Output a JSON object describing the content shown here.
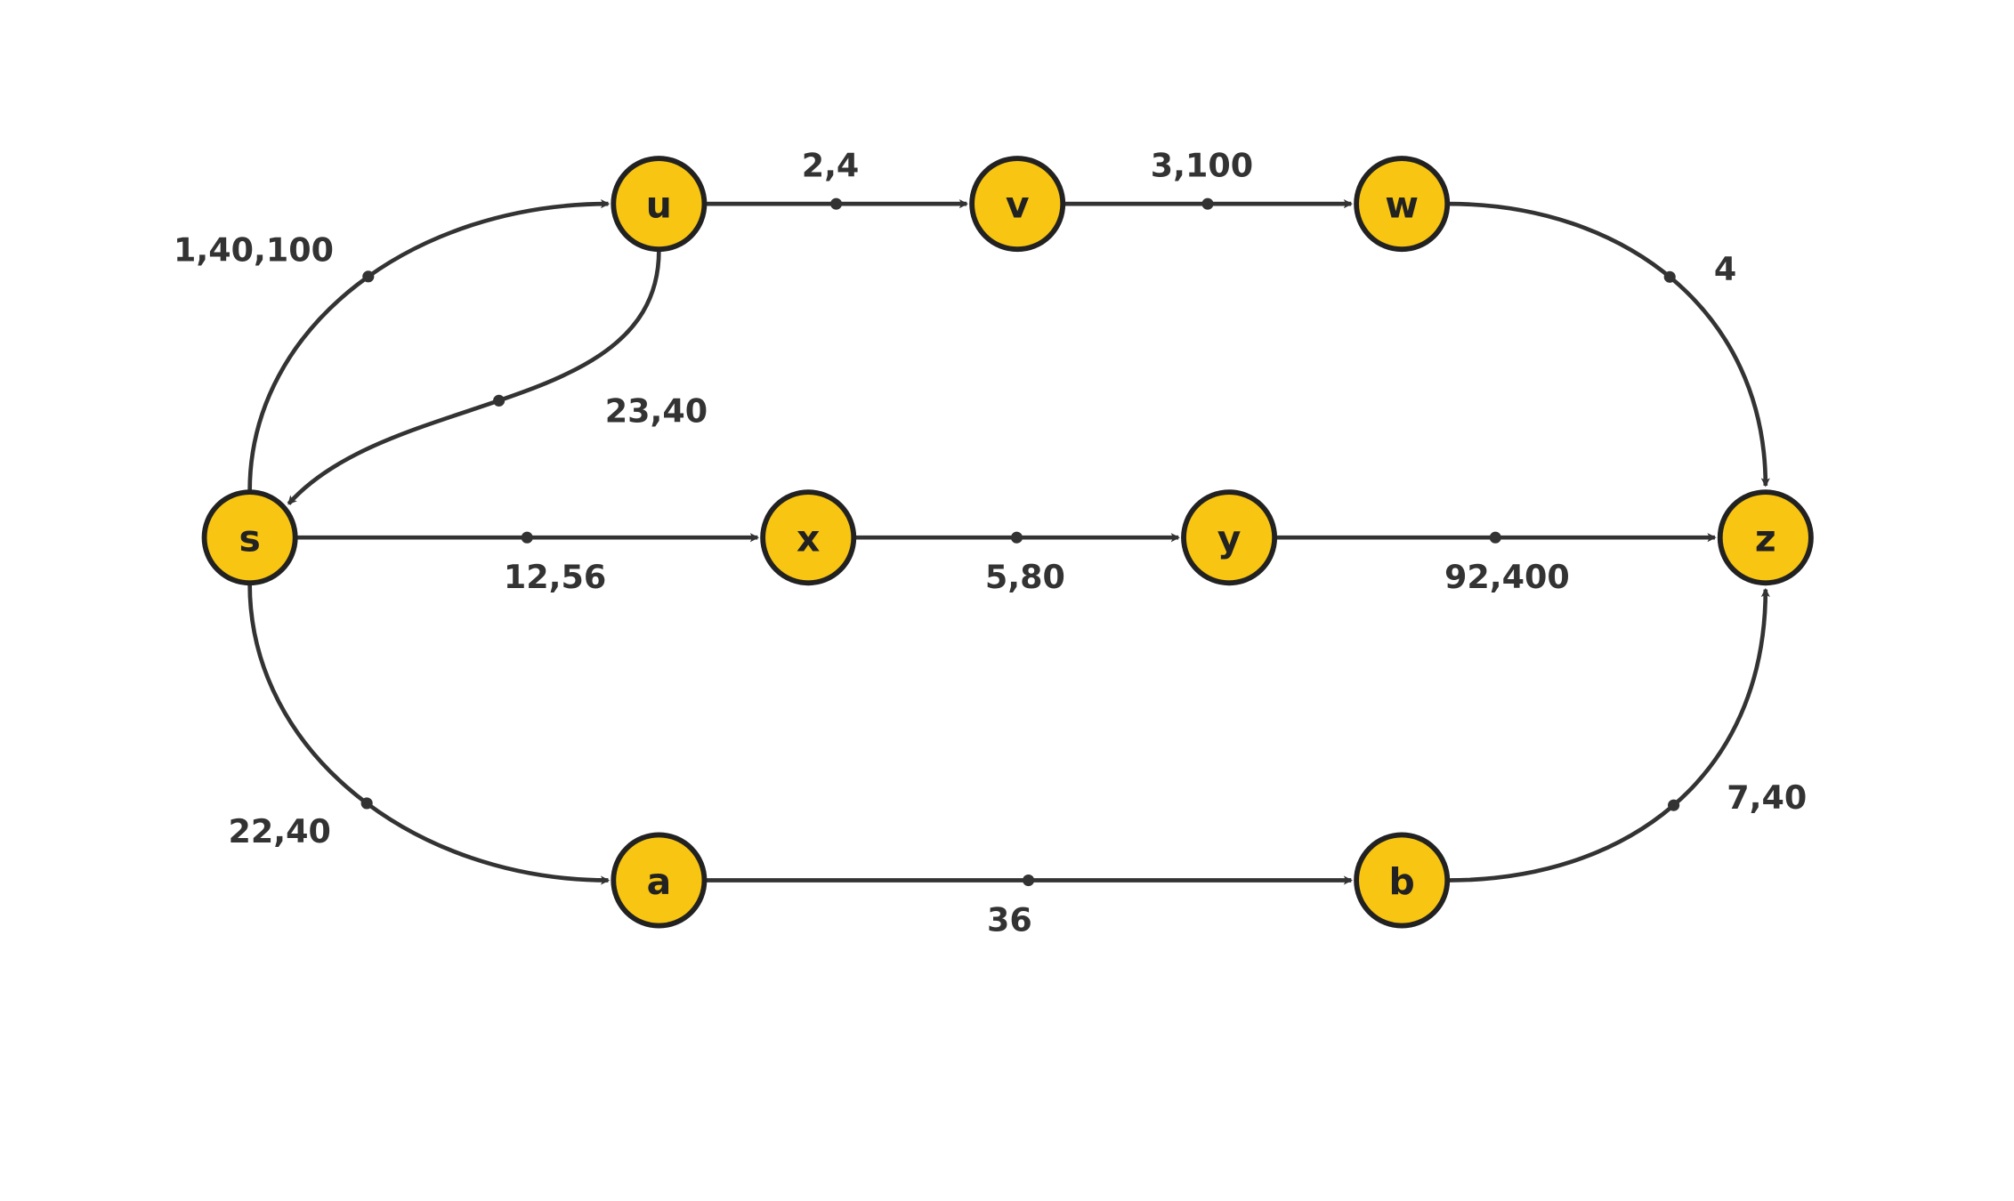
{
  "colors": {
    "node_fill": "#F8C512",
    "node_stroke": "#222222",
    "edge": "#333333"
  },
  "nodes": [
    {
      "id": "s",
      "label": "s"
    },
    {
      "id": "u",
      "label": "u"
    },
    {
      "id": "v",
      "label": "v"
    },
    {
      "id": "w",
      "label": "w"
    },
    {
      "id": "x",
      "label": "x"
    },
    {
      "id": "y",
      "label": "y"
    },
    {
      "id": "z",
      "label": "z"
    },
    {
      "id": "a",
      "label": "a"
    },
    {
      "id": "b",
      "label": "b"
    }
  ],
  "edges": [
    {
      "from": "s",
      "to": "u",
      "label": "1,40,100"
    },
    {
      "from": "u",
      "to": "v",
      "label": "2,4"
    },
    {
      "from": "v",
      "to": "w",
      "label": "3,100"
    },
    {
      "from": "w",
      "to": "z",
      "label": "4"
    },
    {
      "from": "u",
      "to": "s",
      "label": "23,40"
    },
    {
      "from": "s",
      "to": "x",
      "label": "12,56"
    },
    {
      "from": "x",
      "to": "y",
      "label": "5,80"
    },
    {
      "from": "y",
      "to": "z",
      "label": "92,400"
    },
    {
      "from": "s",
      "to": "a",
      "label": "22,40"
    },
    {
      "from": "a",
      "to": "b",
      "label": "36"
    },
    {
      "from": "b",
      "to": "z",
      "label": "7,40"
    }
  ]
}
